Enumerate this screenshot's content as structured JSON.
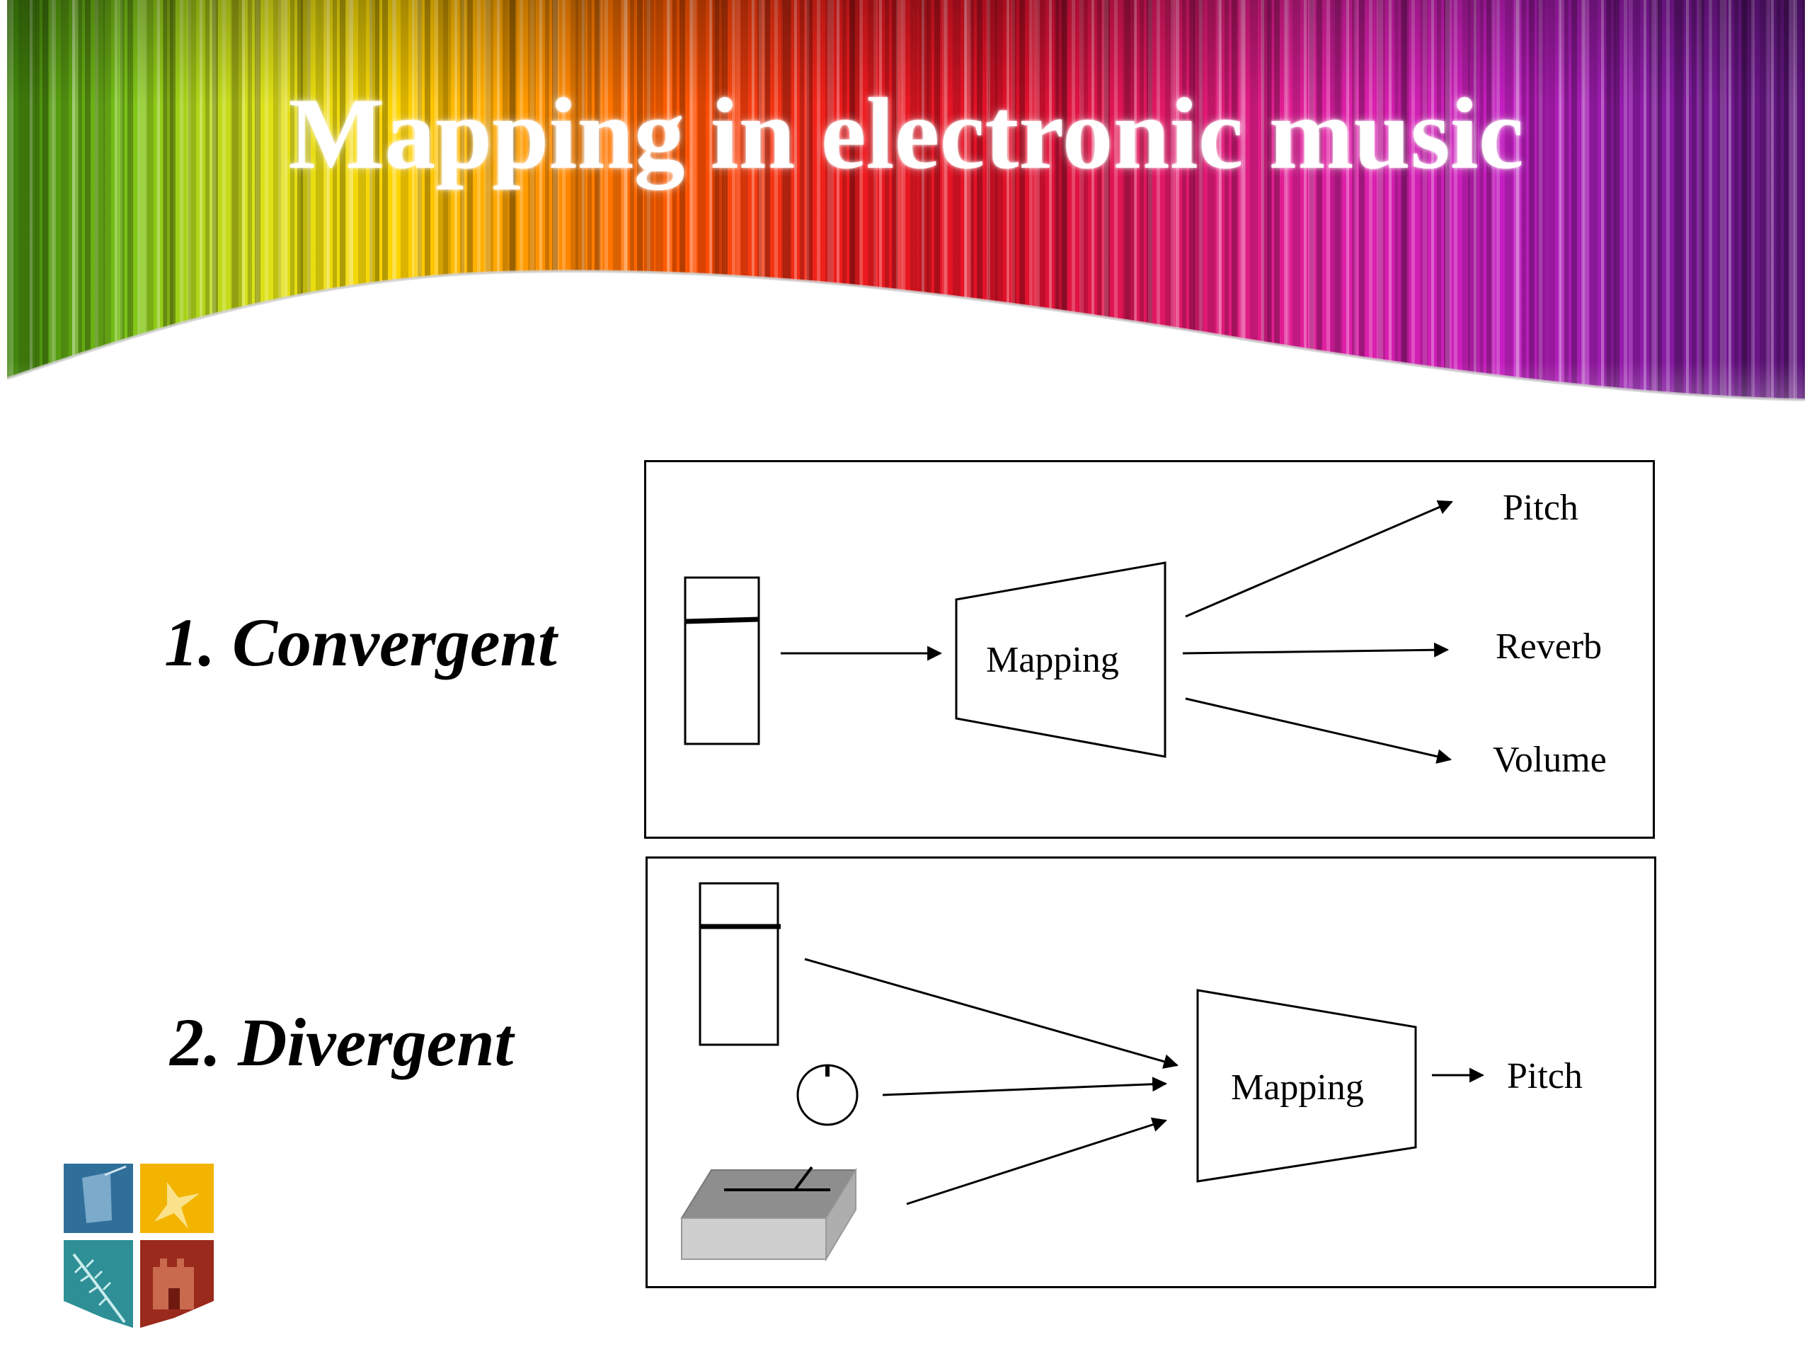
{
  "slide": {
    "title": "Mapping in electronic music"
  },
  "rows": [
    {
      "label": "1. Convergent",
      "box_label": "Mapping",
      "outputs": [
        "Pitch",
        "Reverb",
        "Volume"
      ],
      "inputs": [
        "slider-fader"
      ]
    },
    {
      "label": "2. Divergent",
      "box_label": "Mapping",
      "outputs": [
        "Pitch"
      ],
      "inputs": [
        "slider-fader",
        "rotary-knob",
        "mouse"
      ]
    }
  ],
  "logo": {
    "quadrant_colors": [
      "#2f6f9a",
      "#f2b400",
      "#2e8f96",
      "#9a2a1c"
    ]
  }
}
